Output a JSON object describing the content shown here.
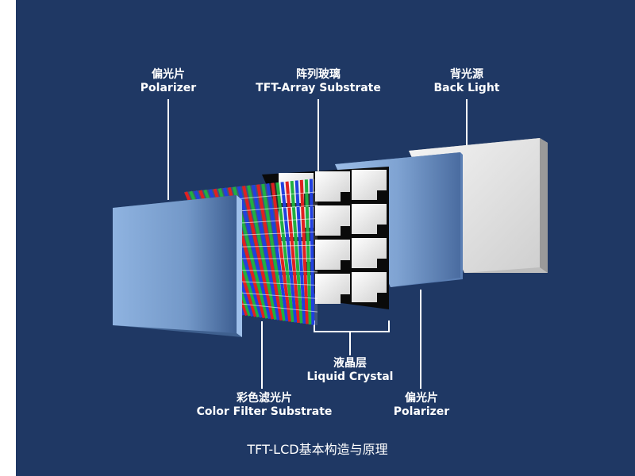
{
  "labels": {
    "polarizer_front": {
      "zh": "偏光片",
      "en": "Polarizer"
    },
    "tft_array": {
      "zh": "阵列玻璃",
      "en": "TFT-Array Substrate"
    },
    "back_light": {
      "zh": "背光源",
      "en": "Back Light"
    },
    "liquid_crystal": {
      "zh": "液晶层",
      "en": "Liquid Crystal"
    },
    "color_filter": {
      "zh": "彩色滤光片",
      "en": "Color Filter Substrate"
    },
    "polarizer_back": {
      "zh": "偏光片",
      "en": "Polarizer"
    }
  },
  "caption": "TFT-LCD基本构造与原理",
  "colors": {
    "background": "#1f3864",
    "polarizer": "#7fa6d6",
    "backlight": "#e6e6e6",
    "filter_red": "#e02020",
    "filter_green": "#20b040",
    "filter_blue": "#2040e0"
  }
}
